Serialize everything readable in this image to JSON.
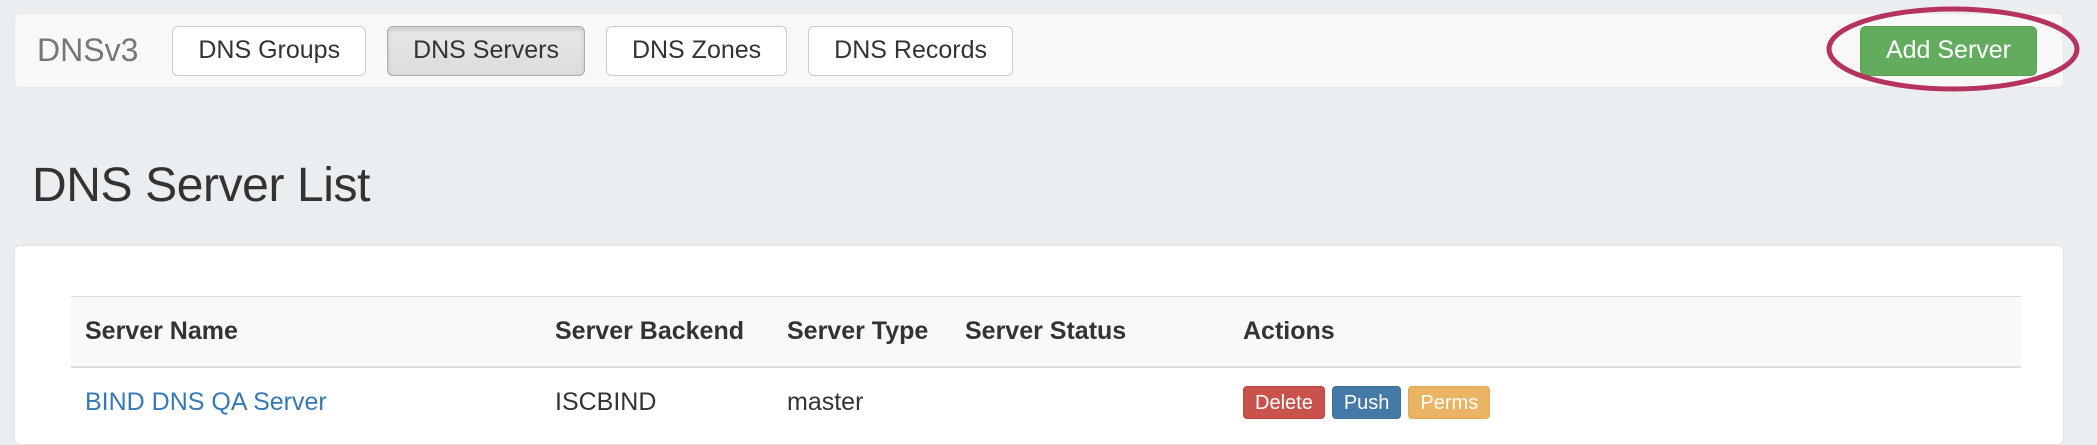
{
  "navbar": {
    "brand": "DNSv3",
    "tabs": [
      {
        "label": "DNS Groups",
        "active": false
      },
      {
        "label": "DNS Servers",
        "active": true
      },
      {
        "label": "DNS Zones",
        "active": false
      },
      {
        "label": "DNS Records",
        "active": false
      }
    ],
    "add_button": {
      "label": "Add Server",
      "color": "#63ac5e"
    }
  },
  "annotation": {
    "shape": "ellipse",
    "target": "Add Server",
    "color": "#b5335c"
  },
  "page": {
    "title": "DNS Server List"
  },
  "table": {
    "headers": [
      "Server Name",
      "Server Backend",
      "Server Type",
      "Server Status",
      "Actions"
    ],
    "rows": [
      {
        "server_name": "BIND DNS QA Server",
        "server_backend": "ISCBIND",
        "server_type": "master",
        "server_status": "",
        "actions": [
          {
            "label": "Delete",
            "color": "#c9534c"
          },
          {
            "label": "Push",
            "color": "#4479a8"
          },
          {
            "label": "Perms",
            "color": "#eab464"
          }
        ]
      }
    ]
  }
}
